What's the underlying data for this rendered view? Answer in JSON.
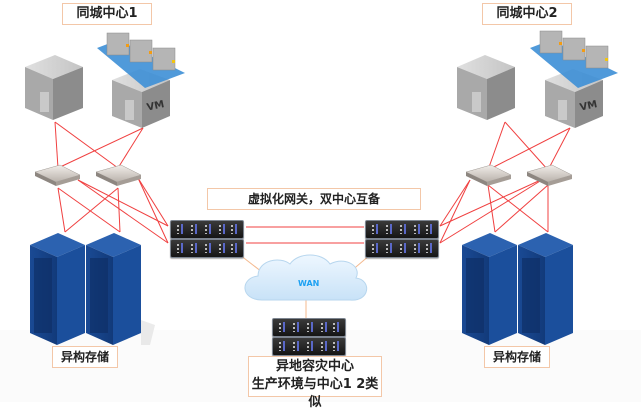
{
  "diagram": {
    "title_left": "同城中心1",
    "title_right": "同城中心2",
    "gateway_label": "虚拟化网关，双中心互备",
    "wan_label": "WAN",
    "storage_left": "异构存储",
    "storage_right": "异构存储",
    "remote_dr_line1": "异地容灾中心",
    "remote_dr_line2": "生产环境与中心1 2类似",
    "vm_label": "VM"
  },
  "colors": {
    "link": "#f04040",
    "wan_link": "#f4b98e",
    "rack": "#1b4f9c",
    "label_border": "#f3c7a8",
    "cloud": "#d9ecfa"
  }
}
